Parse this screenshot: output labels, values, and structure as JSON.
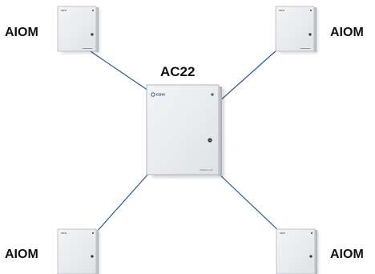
{
  "diagram": {
    "controller": {
      "label": "AC22",
      "brand": "CDVI",
      "footer_text": "cdvigroup.com"
    },
    "modules": [
      {
        "label": "AIOM",
        "brand": "CDVI",
        "position": "top-left"
      },
      {
        "label": "AIOM",
        "brand": "CDVI",
        "position": "top-right"
      },
      {
        "label": "AIOM",
        "brand": "CDVI",
        "position": "bottom-left"
      },
      {
        "label": "AIOM",
        "brand": "CDVI",
        "position": "bottom-right"
      }
    ],
    "colors": {
      "link_line": "#2b5a8a",
      "enclosure_face": "#e9ebee",
      "enclosure_side": "#b9bec4",
      "enclosure_top": "#f4f5f7"
    }
  }
}
